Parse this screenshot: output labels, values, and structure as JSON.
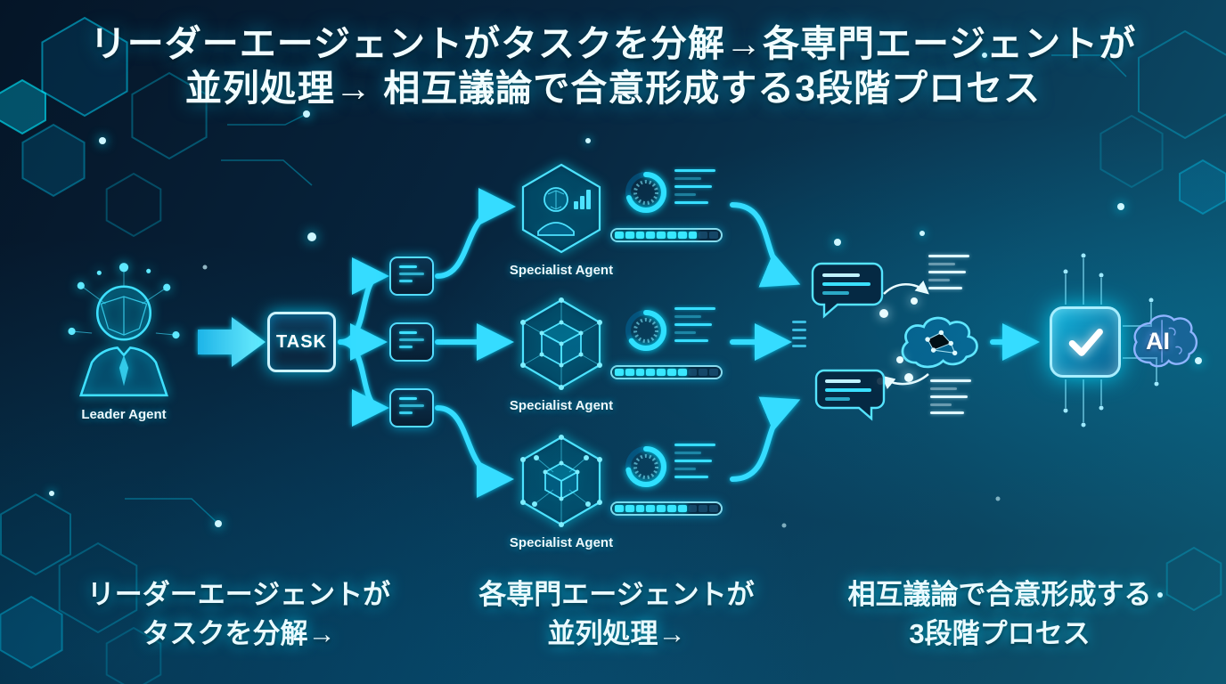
{
  "title": {
    "line1": "リーダーエージェントがタスクを分解→各専門エージェントが",
    "line2": "並列処理→ 相互議論で合意形成する3段階プロセス"
  },
  "leader": {
    "label": "Leader Agent"
  },
  "task": {
    "label": "TASK"
  },
  "specialists": [
    {
      "label": "Specialist Agent",
      "icon": "analyst-person-icon",
      "gauge_percent": 70,
      "progress_filled": 8
    },
    {
      "label": "Specialist Agent",
      "icon": "cube-hexagon-icon",
      "gauge_percent": 65,
      "progress_filled": 7
    },
    {
      "label": "Specialist Agent",
      "icon": "cube-network-icon",
      "gauge_percent": 72,
      "progress_filled": 7
    }
  ],
  "discussion": {
    "icons": [
      "chat-bubble-icon",
      "chat-bubble-icon",
      "cycle-arrows-icon",
      "cloud-network-icon"
    ]
  },
  "result": {
    "check_icon": "check-icon",
    "ai_label": "AI",
    "brain_icon": "brain-icon"
  },
  "captions": [
    {
      "line1": "リーダーエージェントが",
      "line2": "タスクを分解→"
    },
    {
      "line1": "各専門エージェントが",
      "line2": "並列処理→"
    },
    {
      "line1": "相互議論で合意形成する",
      "line2": "3段階プロセス"
    }
  ],
  "colors": {
    "accent": "#35dcff",
    "glow": "#00eaff",
    "panel_border": "#cdf3ff",
    "bg_dark": "#051527",
    "bg_teal": "#0d5873",
    "chip_fill": "#14b6de",
    "white_lines": "#dff6ff"
  }
}
